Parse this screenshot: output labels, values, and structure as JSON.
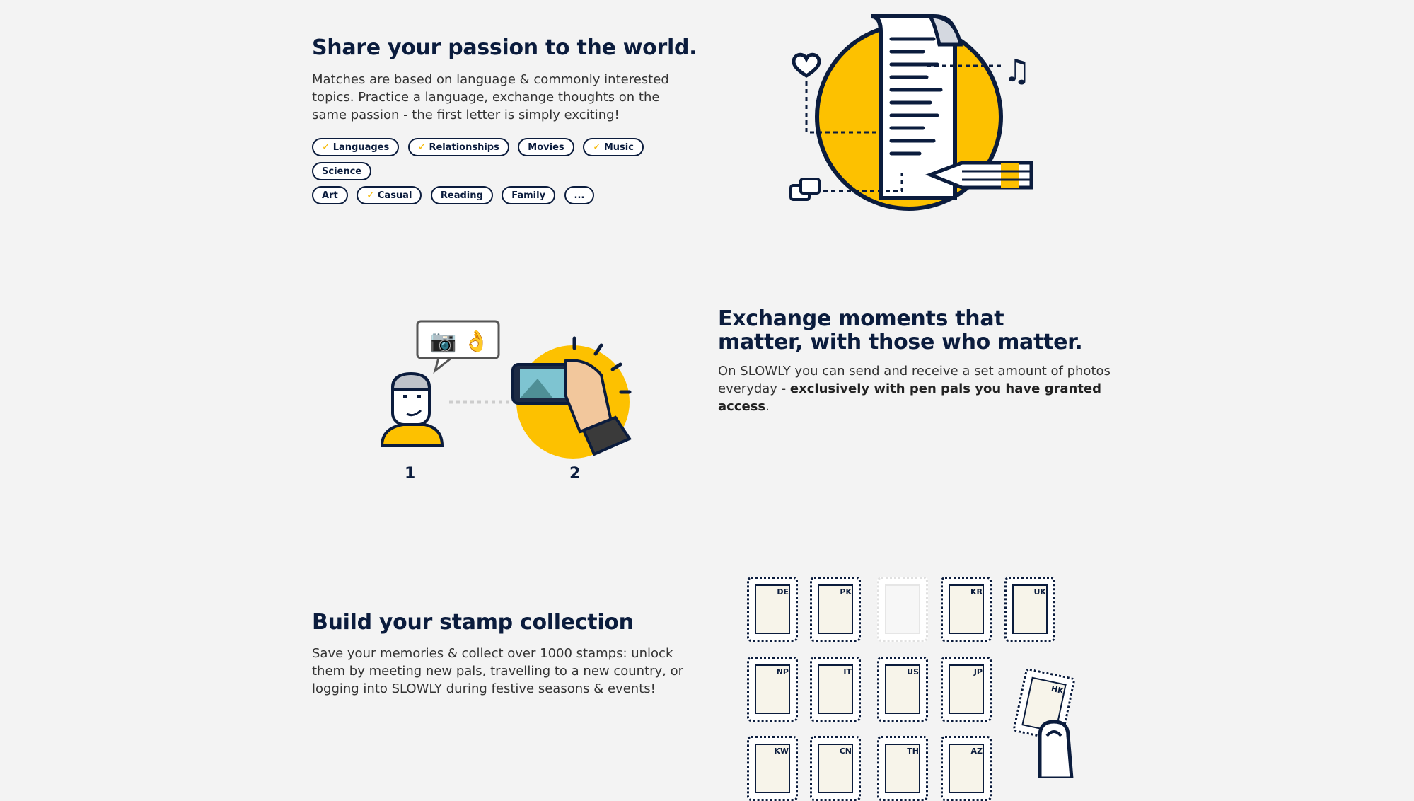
{
  "section1": {
    "title": "Share your passion to the world.",
    "body": "Matches are based on language & commonly interested topics. Practice a language, exchange thoughts on the same passion - the first letter is simply exciting!",
    "tags": [
      {
        "label": "Languages",
        "checked": "✓"
      },
      {
        "label": "Relationships",
        "checked": "✓"
      },
      {
        "label": "Movies",
        "checked": ""
      },
      {
        "label": "Music",
        "checked": "✓"
      },
      {
        "label": "Science",
        "checked": ""
      },
      {
        "label": "Art",
        "checked": ""
      },
      {
        "label": "Casual",
        "checked": "✓"
      },
      {
        "label": "Reading",
        "checked": ""
      },
      {
        "label": "Family",
        "checked": ""
      },
      {
        "label": "...",
        "checked": ""
      }
    ]
  },
  "section2": {
    "title": "Exchange moments that matter, with those who matter.",
    "body_plain": "On SLOWLY you can send and receive a set amount of photos everyday - ",
    "body_bold": "exclusively with pen pals you have granted access",
    "body_end": ".",
    "step1": "1",
    "step2": "2",
    "bubble_emoji": "📷 👌"
  },
  "section3": {
    "title": "Build your stamp collection",
    "body": "Save your memories & collect over 1000 stamps: unlock them by meeting new pals, travelling to a new country, or logging into SLOWLY during festive seasons & events!",
    "stamps": [
      "DE",
      "PK",
      "",
      "KR",
      "UK",
      "NP",
      "IT",
      "US",
      "JP",
      "HK",
      "KW",
      "CN",
      "TH",
      "AZ"
    ]
  },
  "colors": {
    "navy": "#0b1c3d",
    "yellow": "#fdc100",
    "background": "#f3f3f3"
  }
}
